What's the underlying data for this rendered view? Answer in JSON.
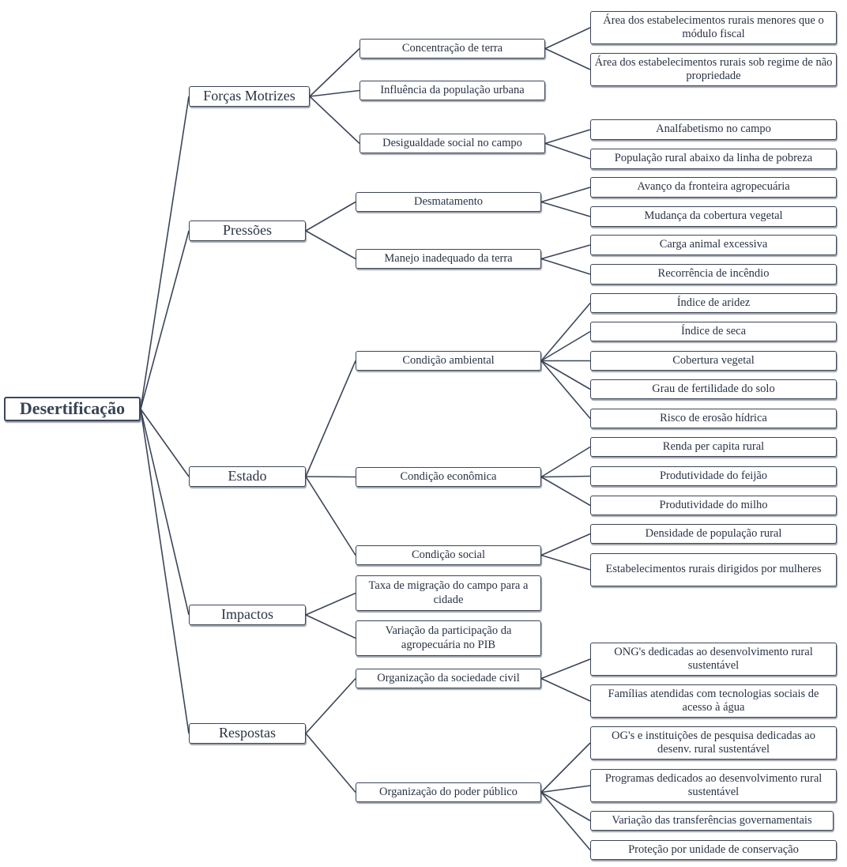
{
  "root": "Desertificação",
  "children": [
    {
      "label": "Forças Motrizes",
      "children": [
        {
          "label": "Concentração de terra",
          "children": [
            "Área dos estabelecimentos rurais menores que o módulo fiscal",
            "Área dos estabelecimentos rurais sob regime de não propriedade"
          ]
        },
        {
          "label": "Influência da população urbana",
          "children": []
        },
        {
          "label": "Desigualdade social no campo",
          "children": [
            "Analfabetismo no campo",
            "População rural abaixo da linha de pobreza"
          ]
        }
      ]
    },
    {
      "label": "Pressões",
      "children": [
        {
          "label": "Desmatamento",
          "children": [
            "Avanço da fronteira agropecuária",
            "Mudança da cobertura vegetal"
          ]
        },
        {
          "label": "Manejo inadequado da terra",
          "children": [
            "Carga animal excessiva",
            "Recorrência de incêndio"
          ]
        }
      ]
    },
    {
      "label": "Estado",
      "children": [
        {
          "label": "Condição ambiental",
          "children": [
            "Índice de aridez",
            "Índice de seca",
            "Cobertura vegetal",
            "Grau de fertilidade do solo",
            "Risco de erosão hídrica"
          ]
        },
        {
          "label": "Condição econômica",
          "children": [
            "Renda per capita rural",
            "Produtividade do feijão",
            "Produtividade do milho"
          ]
        },
        {
          "label": "Condição social",
          "children": [
            "Densidade de população rural",
            "Estabelecimentos rurais dirigidos por mulheres"
          ]
        }
      ]
    },
    {
      "label": "Impactos",
      "children": [
        {
          "label": "Taxa de migração do campo para a cidade",
          "children": []
        },
        {
          "label": "Variação da participação da agropecuária no PIB",
          "children": []
        }
      ]
    },
    {
      "label": "Respostas",
      "children": [
        {
          "label": "Organização da sociedade civil",
          "children": [
            "ONG's dedicadas ao desenvolvimento rural sustentável",
            "Famílias atendidas com tecnologias sociais de acesso à água"
          ]
        },
        {
          "label": "Organização do poder público",
          "children": [
            "OG's e instituições de pesquisa dedicadas ao desenv. rural sustentável",
            "Programas dedicados ao desenvolvimento rural sustentável",
            "Variação das transferências governamentais",
            "Proteção por unidade de conservação"
          ]
        }
      ]
    }
  ]
}
